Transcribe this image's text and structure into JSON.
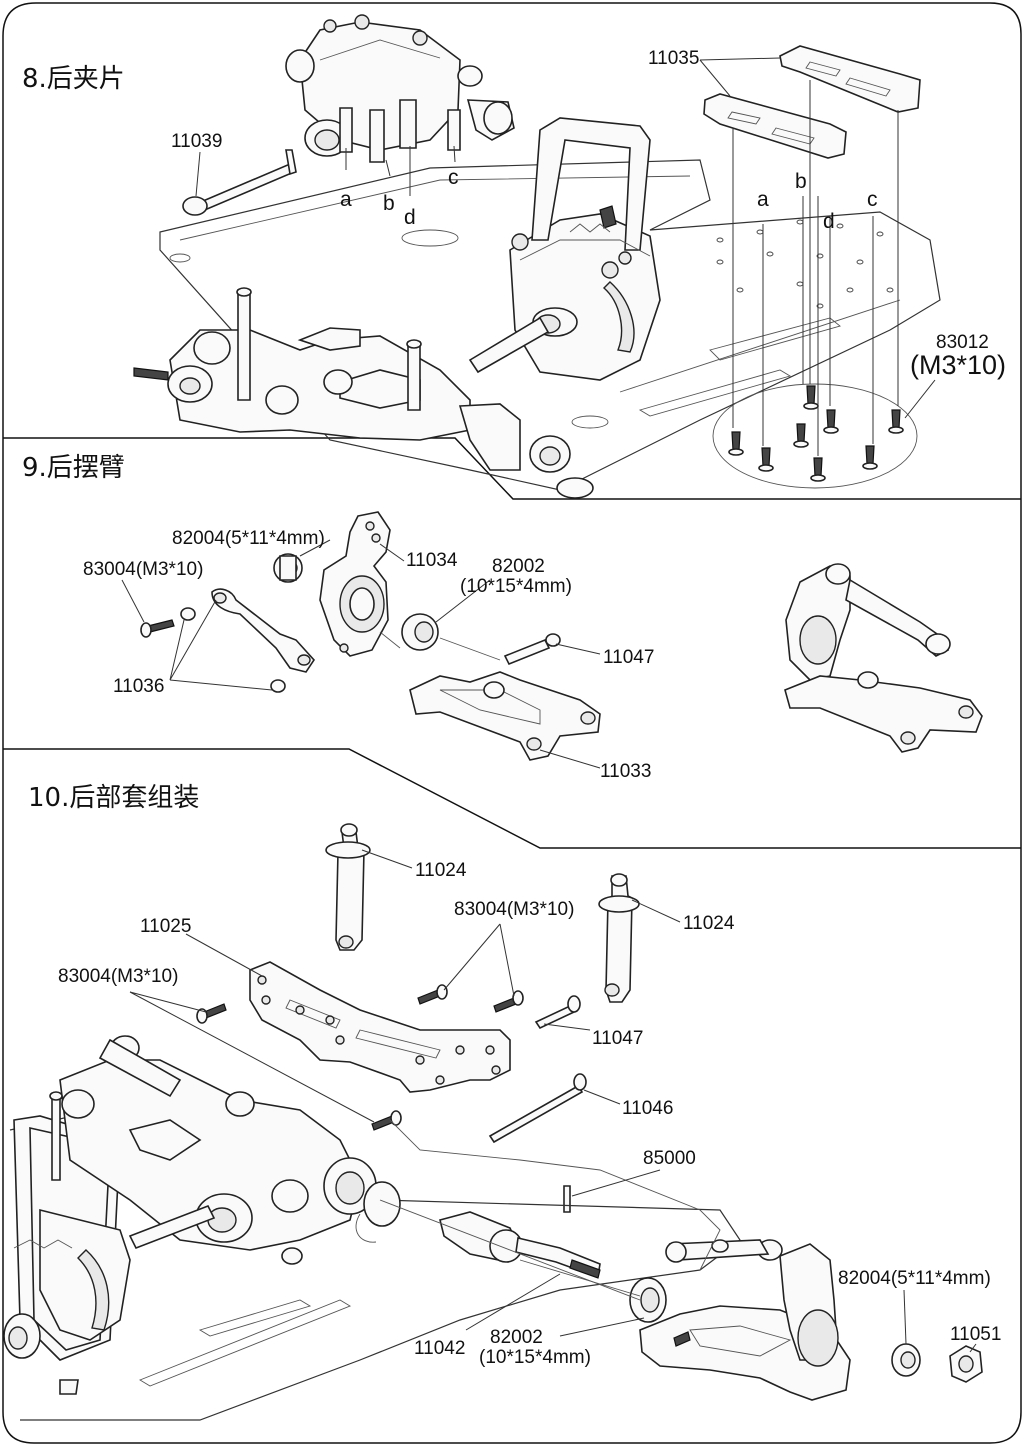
{
  "sections": [
    {
      "title": "8.后夹片"
    },
    {
      "title": "9.后摆臂"
    },
    {
      "title": "10.后部套组装"
    }
  ],
  "step8": {
    "labels": {
      "p11035": "11035",
      "p11039": "11039",
      "a": "a",
      "b": "b",
      "c": "c",
      "d": "d",
      "p83012": "83012",
      "p83012_spec": "(M3*10)"
    }
  },
  "step9": {
    "labels": {
      "p82004": "82004(5*11*4mm)",
      "p11034": "11034",
      "p82002": "82002",
      "p82002_spec": "(10*15*4mm)",
      "p83004": "83004(M3*10)",
      "p11047": "11047",
      "p11036": "11036",
      "p11033": "11033"
    }
  },
  "step10": {
    "labels": {
      "p11024_a": "11024",
      "p11024_b": "11024",
      "p11025": "11025",
      "p83004_a": "83004(M3*10)",
      "p83004_b": "83004(M3*10)",
      "p11047": "11047",
      "p11046": "11046",
      "p85000": "85000",
      "p82004": "82004(5*11*4mm)",
      "p11051": "11051",
      "p11042": "11042",
      "p82002": "82002",
      "p82002_spec": "(10*15*4mm)"
    }
  },
  "colors": {
    "line": "#111111",
    "background": "#ffffff"
  }
}
